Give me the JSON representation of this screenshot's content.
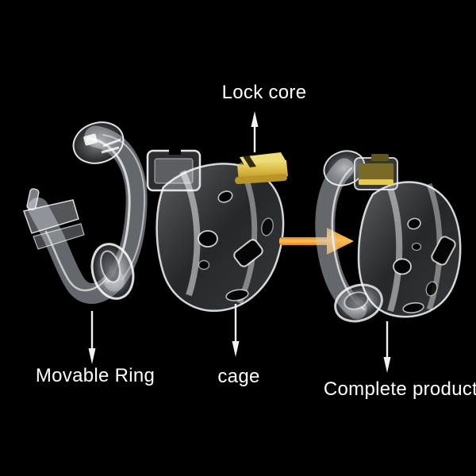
{
  "scene": {
    "background_color": "#000000",
    "label_color": "#ffffff",
    "pointer_arrow_color": "#f2f2f2",
    "assembly_arrow_color": "#f7a132",
    "lock_core_gold": "#d9b93f",
    "plastic_color": "#c9cdd2"
  },
  "icons": {
    "assembly_arrow": "right-arrow-icon",
    "lock_core_pointer": "up-arrow-icon",
    "movable_ring_pointer": "down-arrow-icon",
    "cage_pointer": "down-arrow-icon",
    "complete_product_pointer": "down-arrow-icon"
  },
  "annotations": {
    "lock_core": {
      "label": "Lock core"
    },
    "movable_ring": {
      "label": "Movable Ring"
    },
    "cage": {
      "label": "cage"
    },
    "complete_product": {
      "label": "Complete product"
    }
  }
}
